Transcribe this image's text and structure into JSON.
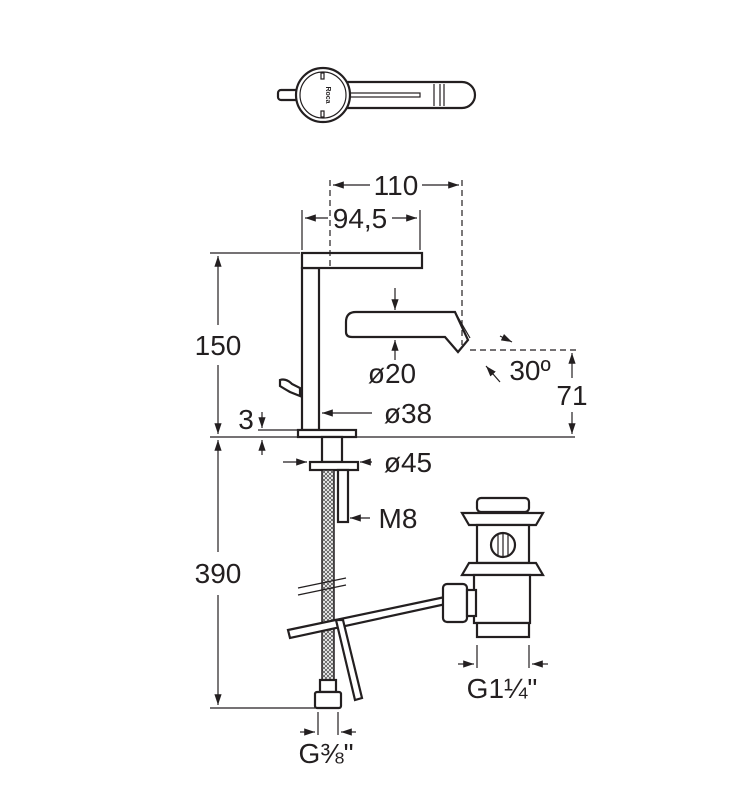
{
  "top_view": {
    "logo_text": "Roca"
  },
  "dimensions": {
    "width_total": "110",
    "width_handle": "94,5",
    "height_body": "150",
    "spout_diameter": "ø20",
    "spout_angle": "30º",
    "spout_height": "71",
    "flange_height": "3",
    "body_diameter": "ø38",
    "base_diameter": "ø45",
    "rod_thread": "M8",
    "hose_length": "390",
    "waste_thread": "G1¼\"",
    "hose_thread": "G⅜\""
  },
  "colors": {
    "line": "#231f20",
    "background": "#ffffff"
  }
}
